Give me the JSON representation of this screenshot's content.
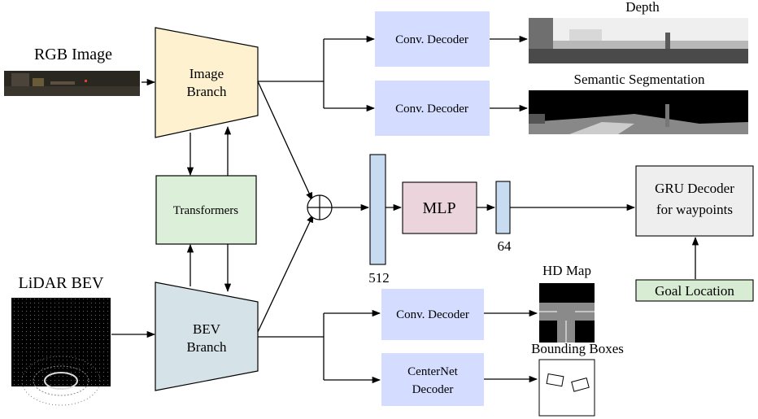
{
  "inputs": {
    "rgb_label": "RGB Image",
    "lidar_label": "LiDAR BEV"
  },
  "encoders": {
    "image_branch": [
      "Image",
      "Branch"
    ],
    "bev_branch": [
      "BEV",
      "Branch"
    ],
    "transformers": "Transformers"
  },
  "decoders": {
    "conv_decoder": "Conv. Decoder",
    "centernet": [
      "CenterNet",
      "Decoder"
    ],
    "mlp": "MLP",
    "gru": [
      "GRU Decoder",
      "for waypoints"
    ],
    "goal": "Goal Location"
  },
  "features": {
    "fused_dim": "512",
    "mlp_dim": "64"
  },
  "outputs": {
    "depth": "Depth",
    "semantic": "Semantic Segmentation",
    "hd_map": "HD Map",
    "bboxes": "Bounding Boxes"
  },
  "colors": {
    "image_branch": "#fdf1cf",
    "bev_branch": "#d5e2e8",
    "transformers": "#dcefd9",
    "decoder": "#d4ddff",
    "feature": "#c7dcf1",
    "mlp": "#ecd4dc",
    "gru": "#eeeeee",
    "goal": "#d7ecd3"
  }
}
